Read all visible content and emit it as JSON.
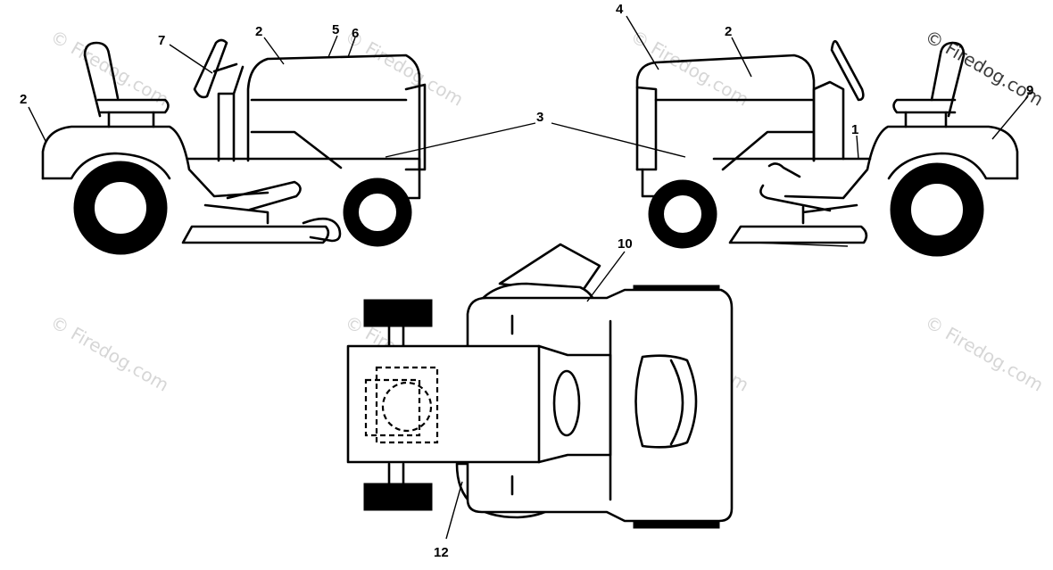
{
  "callouts": {
    "c1": "1",
    "c2_seat": "2",
    "c2_hood_left": "2",
    "c2_hood_right": "2",
    "c3": "3",
    "c4": "4",
    "c5": "5",
    "c6": "6",
    "c7": "7",
    "c9": "9",
    "c10": "10",
    "c12": "12"
  },
  "watermark": "© Firedog.com"
}
